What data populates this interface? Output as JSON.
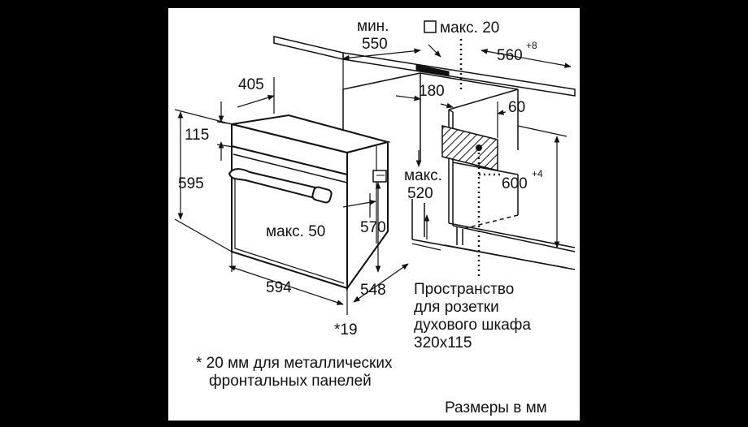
{
  "colors": {
    "background": "#000000",
    "panel": "#ffffff",
    "ink": "#111111"
  },
  "labels": {
    "min": "мин.",
    "max_20": "макс. 20",
    "d550": "550",
    "d560": "560",
    "d560_sup": "+8",
    "d405": "405",
    "d180": "180",
    "d60": "60",
    "d115": "115",
    "d595": "595",
    "max_label": "макс.",
    "d520": "520",
    "d600": "600",
    "d600_sup": "+4",
    "max_50": "макс. 50",
    "d570": "570",
    "d594": "594",
    "d548": "548",
    "d19": "*19",
    "socket_line1": "Пространство",
    "socket_line2": "для розетки",
    "socket_line3": "духового шкафа",
    "socket_line4": "320x115",
    "footnote_line1": "* 20 мм для металлических",
    "footnote_line2": "фронтальных панелей",
    "units": "Размеры в мм"
  }
}
